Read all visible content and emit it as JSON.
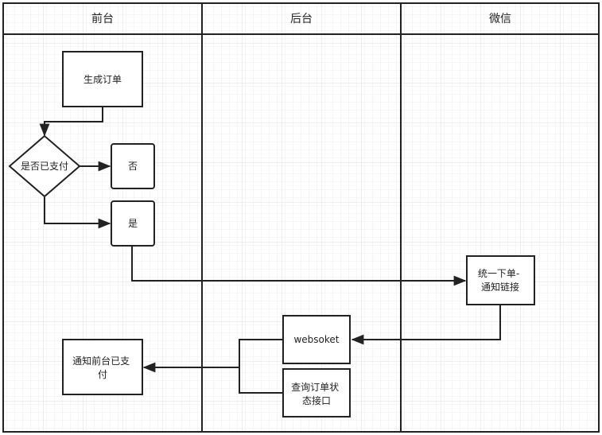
{
  "colors": {
    "background": "#ffffff",
    "grid_minor": "#eeeeee",
    "grid_major": "#dedede",
    "stroke": "#222222",
    "text": "#222222"
  },
  "lanes": [
    {
      "title": "前台"
    },
    {
      "title": "后台"
    },
    {
      "title": "微信"
    }
  ],
  "nodes": {
    "create_order": {
      "label": "生成订单"
    },
    "is_paid": {
      "label": "是否已支付"
    },
    "no": {
      "label": "否"
    },
    "yes": {
      "label": "是"
    },
    "unified_order": {
      "lines": [
        "统一下单-",
        "通知链接"
      ]
    },
    "websoket": {
      "label": "websoket"
    },
    "query_status": {
      "lines": [
        "查询订单状",
        "态接口"
      ]
    },
    "notify_paid": {
      "lines": [
        "通知前台已支",
        "付"
      ]
    }
  }
}
